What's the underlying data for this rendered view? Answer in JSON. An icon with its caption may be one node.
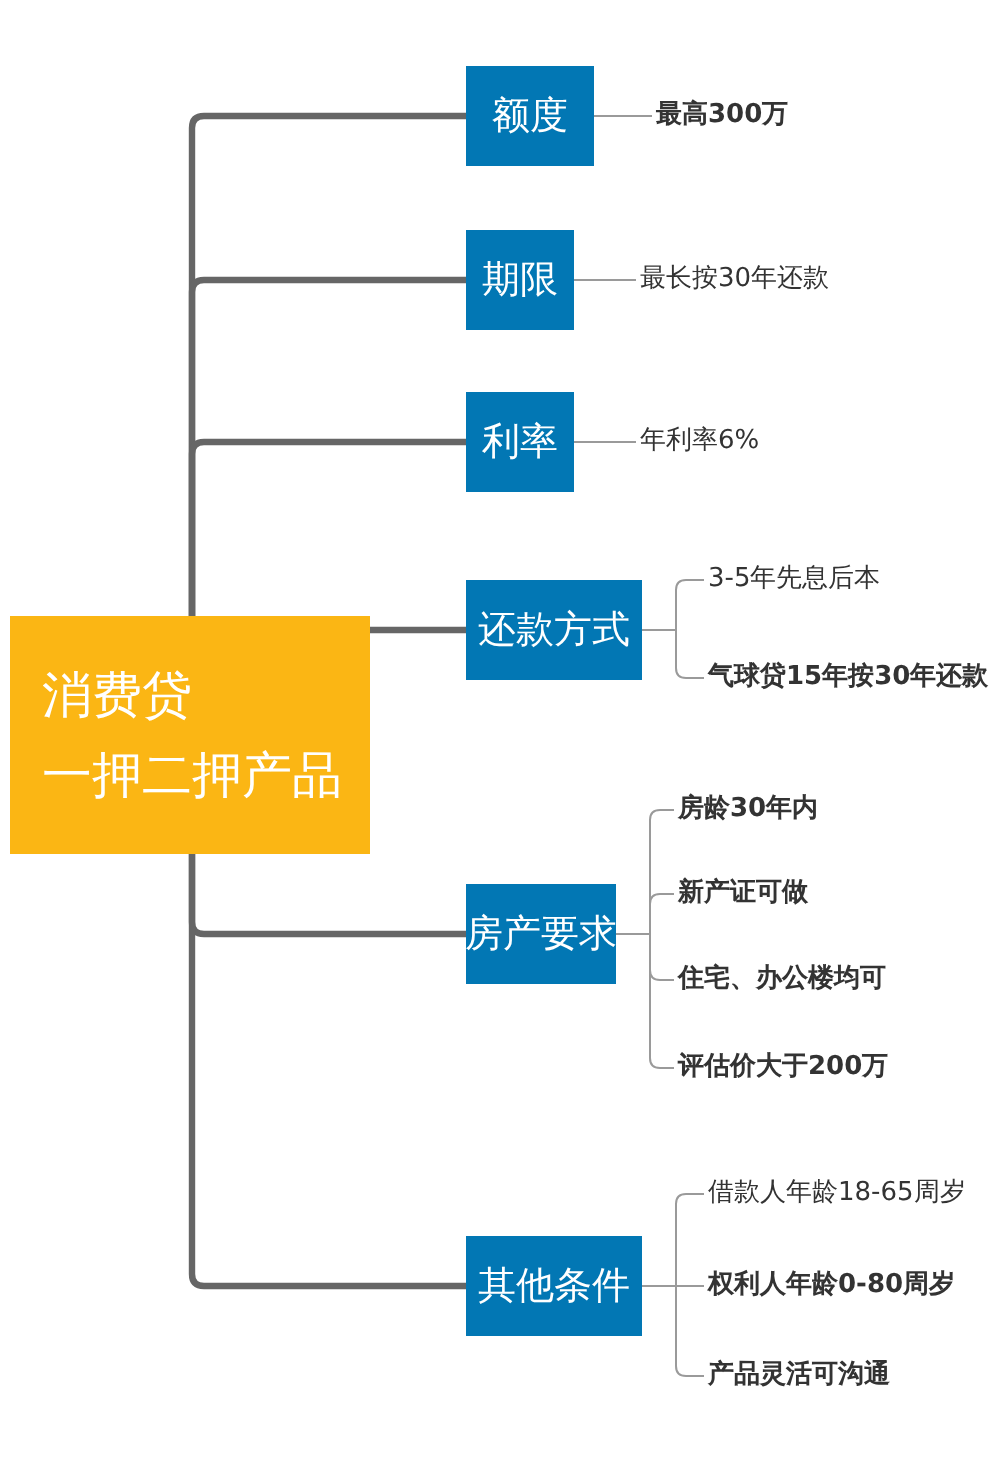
{
  "diagram": {
    "nodes": [
      {
        "text": [
          "消费贷",
          "一押二押产品"
        ]
      },
      {
        "text": [
          "额度"
        ]
      },
      {
        "text": [
          "期限"
        ]
      },
      {
        "text": [
          "利率"
        ]
      },
      {
        "text": [
          "还款方式"
        ]
      },
      {
        "text": [
          "房产要求"
        ]
      },
      {
        "text": [
          "其他条件"
        ]
      },
      {
        "text": [
          "最高300万"
        ]
      },
      {
        "text": [
          "最长按30年还款"
        ]
      },
      {
        "text": [
          "年利率6%"
        ]
      },
      {
        "text": [
          "3-5年先息后本"
        ]
      },
      {
        "text": [
          "气球贷15年按30年还款"
        ]
      },
      {
        "text": [
          "房龄30年内"
        ]
      },
      {
        "text": [
          "新产证可做"
        ]
      },
      {
        "text": [
          "住宅、办公楼均可"
        ]
      },
      {
        "text": [
          "评估价大于200万"
        ]
      },
      {
        "text": [
          "借款人年龄18-65周岁"
        ]
      },
      {
        "text": [
          "权利人年龄0-80周岁"
        ]
      },
      {
        "text": [
          "产品灵活可沟通"
        ]
      }
    ],
    "edges": [
      {
        "from": 0,
        "to": 1,
        "arrow": "none",
        "style": "thick"
      },
      {
        "from": 0,
        "to": 2,
        "arrow": "none",
        "style": "thick"
      },
      {
        "from": 0,
        "to": 3,
        "arrow": "none",
        "style": "thick"
      },
      {
        "from": 0,
        "to": 4,
        "arrow": "none",
        "style": "thick"
      },
      {
        "from": 0,
        "to": 5,
        "arrow": "none",
        "style": "thick"
      },
      {
        "from": 0,
        "to": 6,
        "arrow": "none",
        "style": "thick"
      },
      {
        "from": 1,
        "to": 7,
        "arrow": "none"
      },
      {
        "from": 2,
        "to": 8,
        "arrow": "none"
      },
      {
        "from": 3,
        "to": 9,
        "arrow": "none"
      },
      {
        "from": 4,
        "to": 10,
        "arrow": "none"
      },
      {
        "from": 4,
        "to": 11,
        "arrow": "none"
      },
      {
        "from": 5,
        "to": 12,
        "arrow": "none"
      },
      {
        "from": 5,
        "to": 13,
        "arrow": "none"
      },
      {
        "from": 5,
        "to": 14,
        "arrow": "none"
      },
      {
        "from": 5,
        "to": 15,
        "arrow": "none"
      },
      {
        "from": 6,
        "to": 16,
        "arrow": "none"
      },
      {
        "from": 6,
        "to": 17,
        "arrow": "none"
      },
      {
        "from": 6,
        "to": 18,
        "arrow": "none"
      }
    ]
  }
}
